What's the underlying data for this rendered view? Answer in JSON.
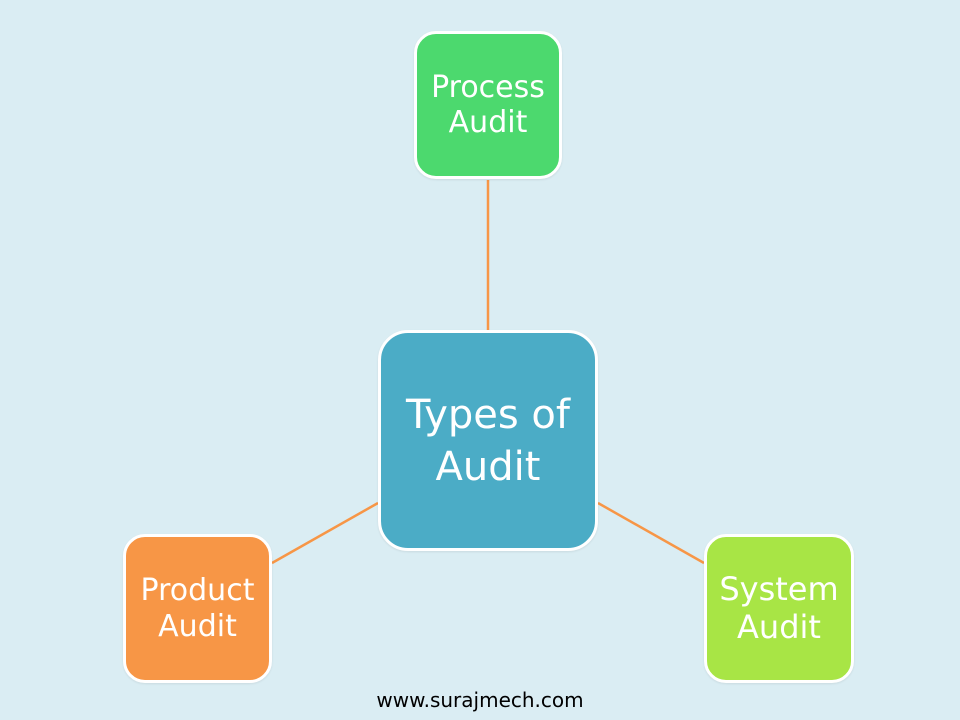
{
  "diagram": {
    "center": {
      "line1": "Types of",
      "line2": "Audit",
      "color": "#4bacc6"
    },
    "top": {
      "line1": "Process",
      "line2": "Audit",
      "color": "#4cd96e"
    },
    "left": {
      "line1": "Product",
      "line2": "Audit",
      "color": "#f79646"
    },
    "right": {
      "line1": "System",
      "line2": "Audit",
      "color": "#a8e545"
    },
    "connector_color": "#f79646"
  },
  "footer": {
    "text": "www.surajmech.com"
  }
}
